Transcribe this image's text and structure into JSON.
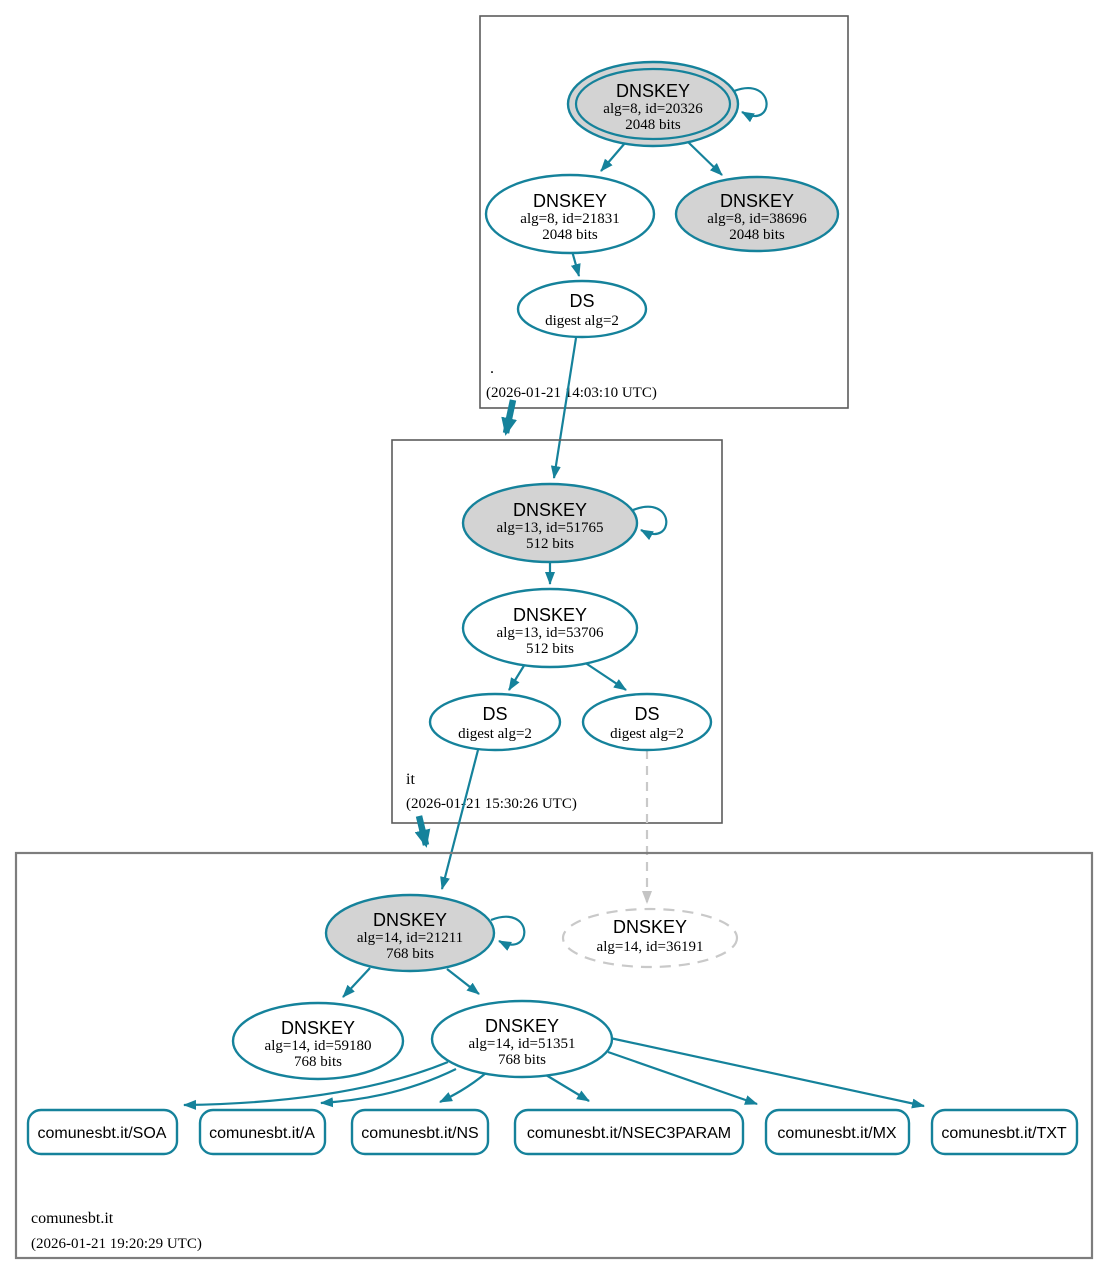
{
  "colors": {
    "secure_edge": "#15829b",
    "key_fill_gray": "#d3d3d3",
    "ghost_gray": "#c9c9c9",
    "zone_border": "#5c5c5c",
    "child_zone_border": "#7d7d7d"
  },
  "zones": {
    "root": {
      "label": ".",
      "timestamp": "(2026-01-21 14:03:10 UTC)",
      "ksk": {
        "title": "DNSKEY",
        "detail": "alg=8, id=20326",
        "bits": "2048 bits"
      },
      "zsk": {
        "title": "DNSKEY",
        "detail": "alg=8, id=21831",
        "bits": "2048 bits"
      },
      "key38696": {
        "title": "DNSKEY",
        "detail": "alg=8, id=38696",
        "bits": "2048 bits"
      },
      "ds": {
        "title": "DS",
        "detail": "digest alg=2"
      }
    },
    "it": {
      "label": "it",
      "timestamp": "(2026-01-21 15:30:26 UTC)",
      "ksk": {
        "title": "DNSKEY",
        "detail": "alg=13, id=51765",
        "bits": "512 bits"
      },
      "zsk": {
        "title": "DNSKEY",
        "detail": "alg=13, id=53706",
        "bits": "512 bits"
      },
      "ds_left": {
        "title": "DS",
        "detail": "digest alg=2"
      },
      "ds_right": {
        "title": "DS",
        "detail": "digest alg=2"
      }
    },
    "comunesbt": {
      "label": "comunesbt.it",
      "timestamp": "(2026-01-21 19:20:29 UTC)",
      "ksk": {
        "title": "DNSKEY",
        "detail": "alg=14, id=21211",
        "bits": "768 bits"
      },
      "ghost": {
        "title": "DNSKEY",
        "detail": "alg=14, id=36191"
      },
      "zsk1": {
        "title": "DNSKEY",
        "detail": "alg=14, id=59180",
        "bits": "768 bits"
      },
      "zsk2": {
        "title": "DNSKEY",
        "detail": "alg=14, id=51351",
        "bits": "768 bits"
      },
      "rrsets": {
        "soa": {
          "label": "comunesbt.it/SOA"
        },
        "a": {
          "label": "comunesbt.it/A"
        },
        "ns": {
          "label": "comunesbt.it/NS"
        },
        "nsec3param": {
          "label": "comunesbt.it/NSEC3PARAM"
        },
        "mx": {
          "label": "comunesbt.it/MX"
        },
        "txt": {
          "label": "comunesbt.it/TXT"
        }
      }
    }
  }
}
